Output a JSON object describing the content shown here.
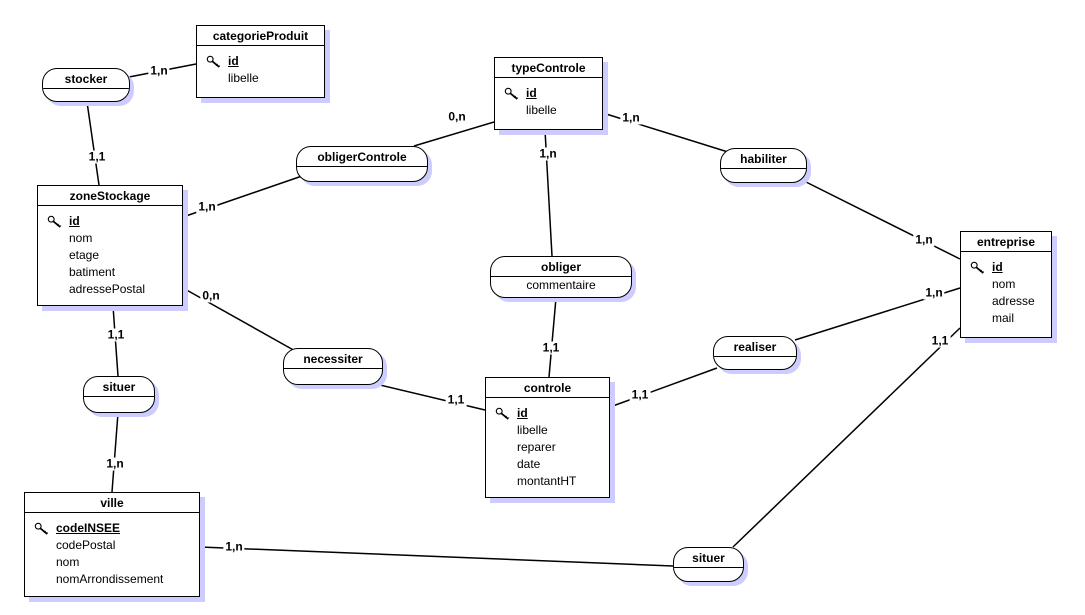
{
  "colors": {
    "background": "#ffffff",
    "box_fill": "#ffffff",
    "box_border": "#000000",
    "shadow": "#ccccff",
    "line": "#000000",
    "text": "#000000"
  },
  "entities": [
    {
      "name": "categorieProduit",
      "primary_key": "id",
      "attributes": [
        "id",
        "libelle"
      ]
    },
    {
      "name": "typeControle",
      "primary_key": "id",
      "attributes": [
        "id",
        "libelle"
      ]
    },
    {
      "name": "zoneStockage",
      "primary_key": "id",
      "attributes": [
        "id",
        "nom",
        "etage",
        "batiment",
        "adressePostal"
      ]
    },
    {
      "name": "entreprise",
      "primary_key": "id",
      "attributes": [
        "id",
        "nom",
        "adresse",
        "mail"
      ]
    },
    {
      "name": "controle",
      "primary_key": "id",
      "attributes": [
        "id",
        "libelle",
        "reparer",
        "date",
        "montantHT"
      ]
    },
    {
      "name": "ville",
      "primary_key": "codeINSEE",
      "attributes": [
        "codeINSEE",
        "codePostal",
        "nom",
        "nomArrondissement"
      ]
    }
  ],
  "associations": [
    {
      "name": "stocker",
      "attributes": []
    },
    {
      "name": "obligerControle",
      "attributes": []
    },
    {
      "name": "habiliter",
      "attributes": []
    },
    {
      "name": "obliger",
      "attributes": [
        "commentaire"
      ]
    },
    {
      "name": "necessiter",
      "attributes": []
    },
    {
      "name": "realiser",
      "attributes": []
    },
    {
      "name": "situer",
      "attributes": []
    },
    {
      "name": "situer",
      "attributes": []
    }
  ],
  "cardinalities": [
    {
      "label": "1,n",
      "between": "stocker & categorieProduit"
    },
    {
      "label": "1,1",
      "between": "stocker & zoneStockage"
    },
    {
      "label": "1,n",
      "between": "zoneStockage & obligerControle"
    },
    {
      "label": "0,n",
      "between": "obligerControle & typeControle"
    },
    {
      "label": "1,n",
      "between": "typeControle & obliger"
    },
    {
      "label": "1,n",
      "between": "typeControle & habiliter"
    },
    {
      "label": "1,n",
      "between": "habiliter & entreprise"
    },
    {
      "label": "0,n",
      "between": "zoneStockage & necessiter"
    },
    {
      "label": "1,1",
      "between": "necessiter & controle"
    },
    {
      "label": "1,1",
      "between": "obliger & controle"
    },
    {
      "label": "1,1",
      "between": "controle & realiser"
    },
    {
      "label": "1,n",
      "between": "realiser & entreprise"
    },
    {
      "label": "1,1",
      "between": "zoneStockage & situer"
    },
    {
      "label": "1,n",
      "between": "situer & ville"
    },
    {
      "label": "1,n",
      "between": "ville & situer"
    },
    {
      "label": "1,1",
      "between": "situer & entreprise"
    }
  ]
}
